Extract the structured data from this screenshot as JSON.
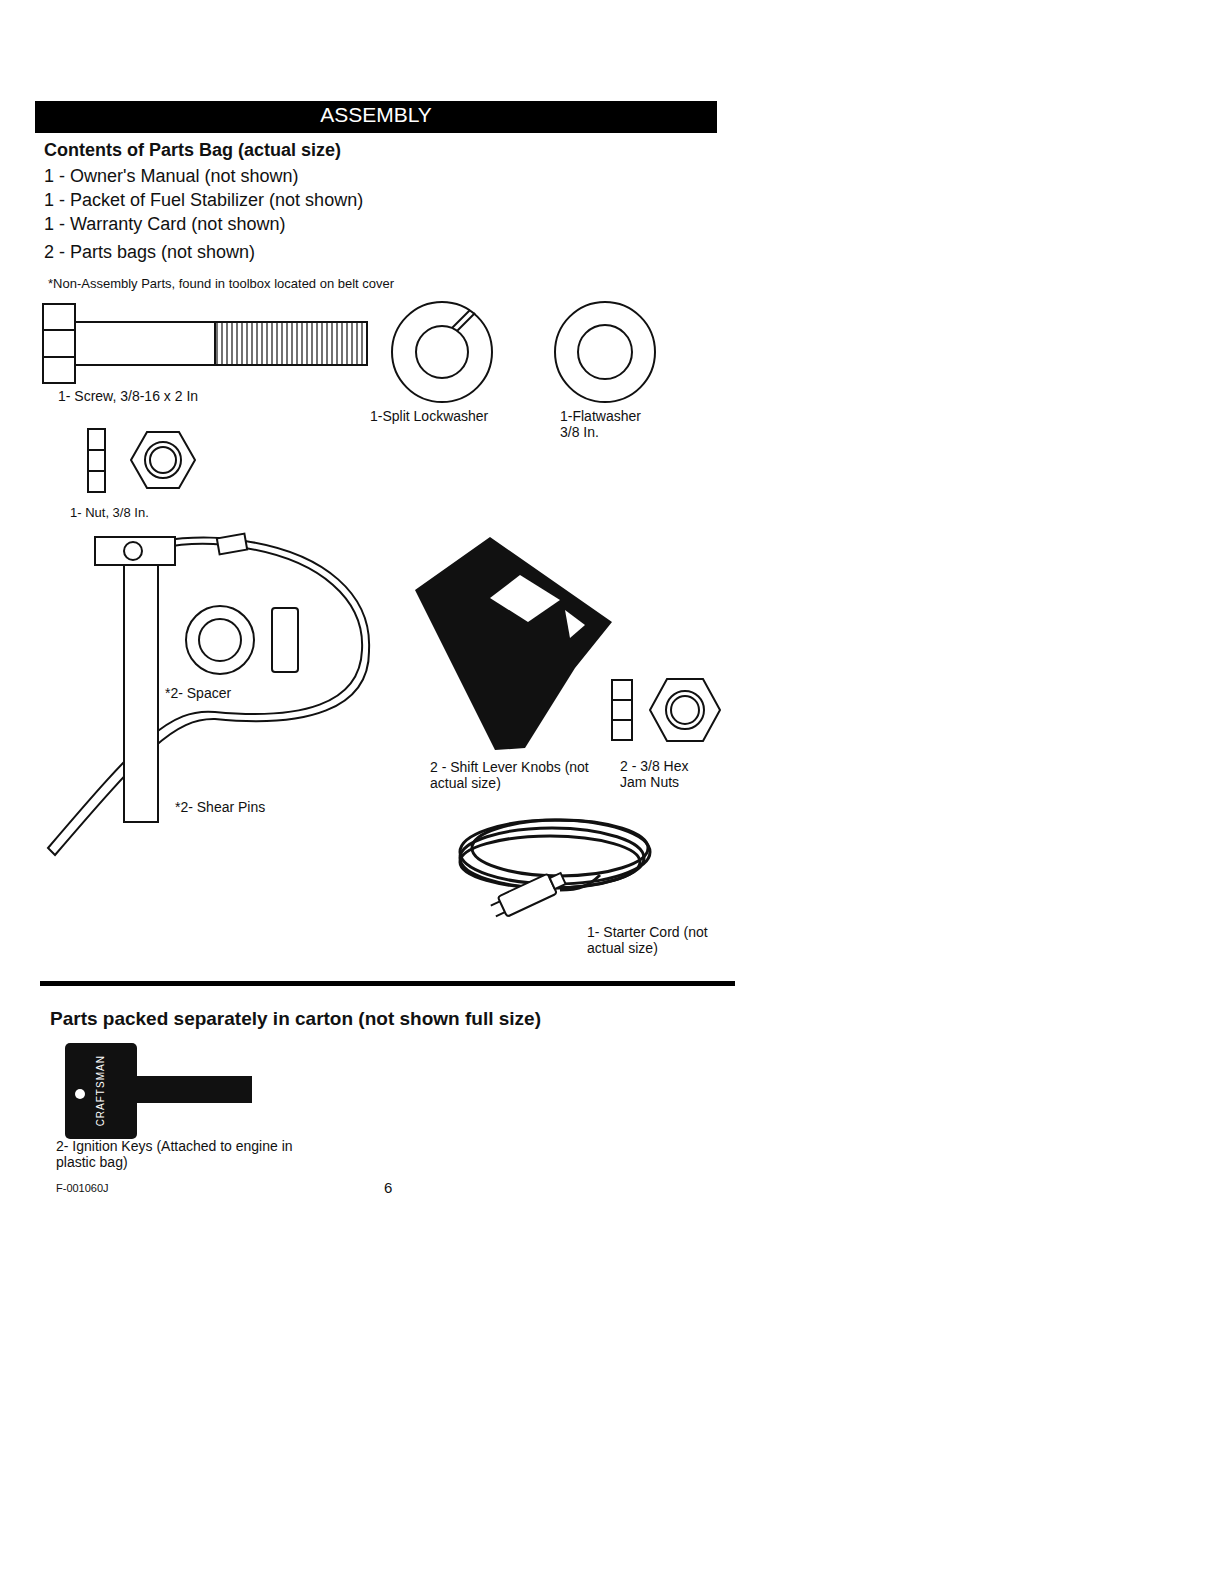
{
  "diagram": {
    "title": "ASSEMBLY",
    "labels": [
      "Contents of Parts Bag (actual size)",
      "1 - Owner's Manual (not shown)",
      "1 - Packet of Fuel Stabilizer (not shown)",
      "1 - Warranty Card (not shown)",
      "2 - Parts bags (not shown)",
      "*Non-Assembly Parts, found in toolbox located on belt cover",
      "1- Screw, 3/8-16 x 2 In",
      "1-Split Lockwasher",
      "1-Flatwasher 3/8 In.",
      "1- Nut, 3/8 In.",
      "*2- Spacer",
      "*2- Shear Pins",
      "2 - Shift Lever Knobs (not actual size)",
      "2 - 3/8 Hex Jam Nuts",
      "1- Starter Cord (not actual size)",
      "Parts packed separately in carton (not shown full size)",
      "CRAFTSMAN",
      "2- Ignition Keys (Attached to engine in plastic bag)",
      "F-001060J",
      "6"
    ]
  }
}
